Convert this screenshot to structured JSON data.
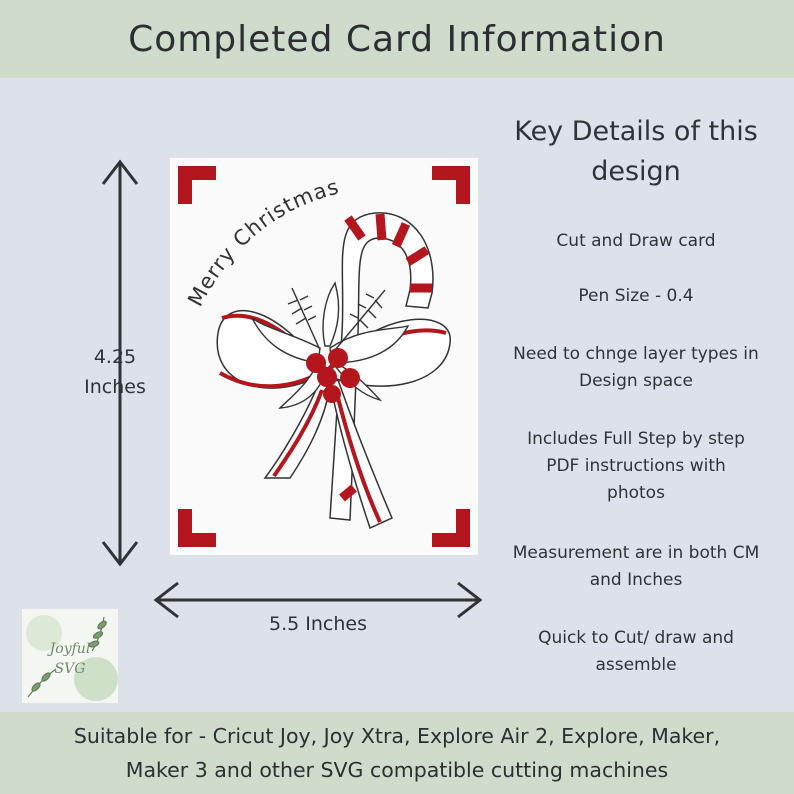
{
  "header": {
    "title": "Completed Card Information"
  },
  "card": {
    "greeting": "Merry Christmas"
  },
  "dimensions": {
    "height_value": "4.25",
    "height_unit": "Inches",
    "width_label": "5.5 Inches"
  },
  "details": {
    "heading_line1": "Key Details of this",
    "heading_line2": "design",
    "items": [
      {
        "line1": "Cut and Draw card"
      },
      {
        "line1": "Pen Size  - 0.4"
      },
      {
        "line1": "Need to chnge layer types in",
        "line2": "Design space"
      },
      {
        "line1": "Includes Full Step by step",
        "line2": "PDF instructions with",
        "line3": "photos"
      },
      {
        "line1": "Measurement are in both CM",
        "line2": "and Inches"
      },
      {
        "line1": "Quick to Cut/ draw and",
        "line2": "assemble"
      }
    ]
  },
  "logo": {
    "line1": "Joyful",
    "line2": "SVG"
  },
  "footer": {
    "line1": "Suitable for  - Cricut Joy, Joy Xtra, Explore Air 2, Explore, Maker,",
    "line2": "Maker 3 and other SVG compatible cutting machines"
  },
  "colors": {
    "background": "#dde2ea",
    "band": "#cfdccb",
    "glitter_red": "#b3161c",
    "text": "#2f3336"
  }
}
